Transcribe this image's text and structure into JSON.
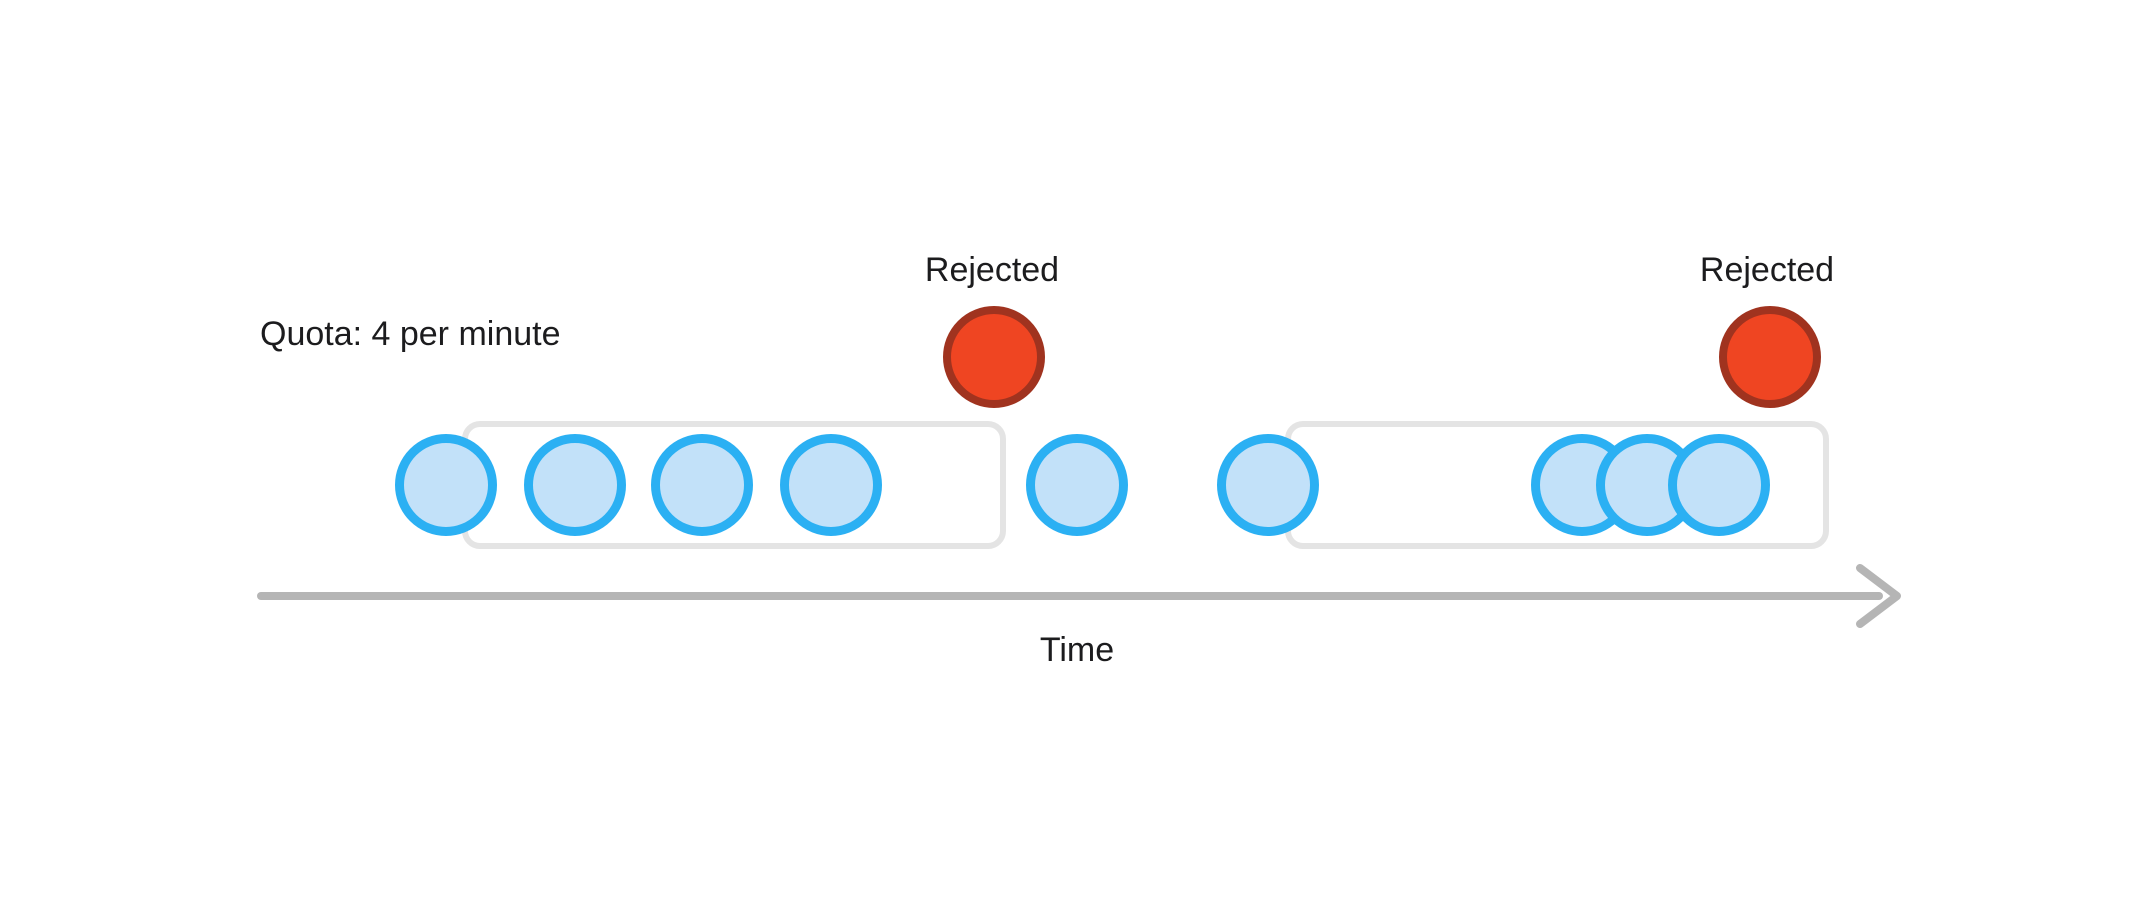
{
  "diagram": {
    "quota_label": "Quota: 4 per minute",
    "rejected_label": "Rejected",
    "time_label": "Time",
    "windows": [
      {
        "accepted_in_window": 4,
        "rejected_above": 1
      },
      {
        "accepted_in_window": 3,
        "rejected_above": 1
      }
    ],
    "accepted_between_windows": 2,
    "accepted_total": 9,
    "rejected_total": 2
  },
  "colors": {
    "background": "#FFFFFF",
    "text": "#1C1C1E",
    "accepted_fill": "#C2E1F9",
    "accepted_stroke": "#2BB0F3",
    "rejected_fill": "#EF4522",
    "rejected_stroke": "#A0331F",
    "window_border": "#E4E4E4",
    "axis": "#B5B5B5"
  }
}
